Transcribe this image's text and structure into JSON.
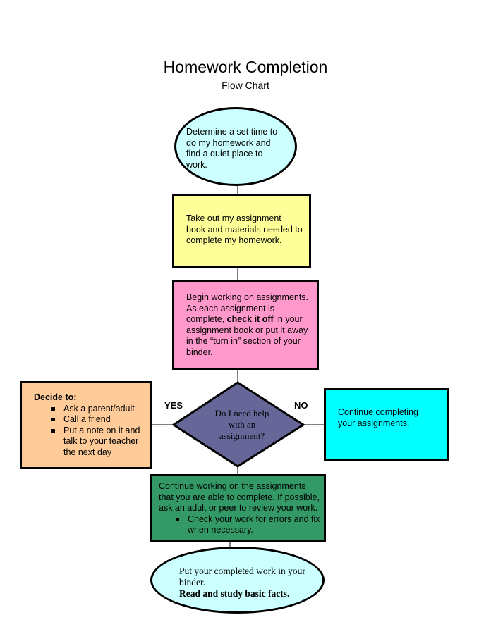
{
  "title": "Homework Completion",
  "subtitle": "Flow Chart",
  "colors": {
    "start_ellipse": "#ccffff",
    "step1_box": "#ffff99",
    "step2_box": "#ff99cc",
    "yes_box": "#ffcc99",
    "no_box": "#00ffff",
    "decision": "#666699",
    "continue_box": "#339966",
    "end_ellipse": "#ccffff"
  },
  "nodes": {
    "start": "Determine a set time to do my homework and find a quiet place to work.",
    "step1": "Take out my assignment book and materials needed to complete my homework.",
    "step2": {
      "part1": "Begin working on assignments. As each assignment is complete, ",
      "bold": "check it off",
      "part2": " in your assignment book or put it away in the “turn in” section of your binder."
    },
    "decision": "Do I need help with an assignment?",
    "yes_label": "YES",
    "no_label": "NO",
    "yes_box": {
      "heading": "Decide to:",
      "items": [
        "Ask a parent/adult",
        "Call a friend",
        "Put a note on it and talk to your teacher the next day"
      ]
    },
    "no_box": "Continue completing your assignments.",
    "continue_box": {
      "text": "Continue working on the assignments that you are able to complete.  If possible, ask an adult or peer to review your work.",
      "items": [
        "Check your work for errors and fix when necessary."
      ]
    },
    "end": {
      "text": "Put your completed work in your binder.",
      "bold": "Read and study basic facts."
    }
  }
}
